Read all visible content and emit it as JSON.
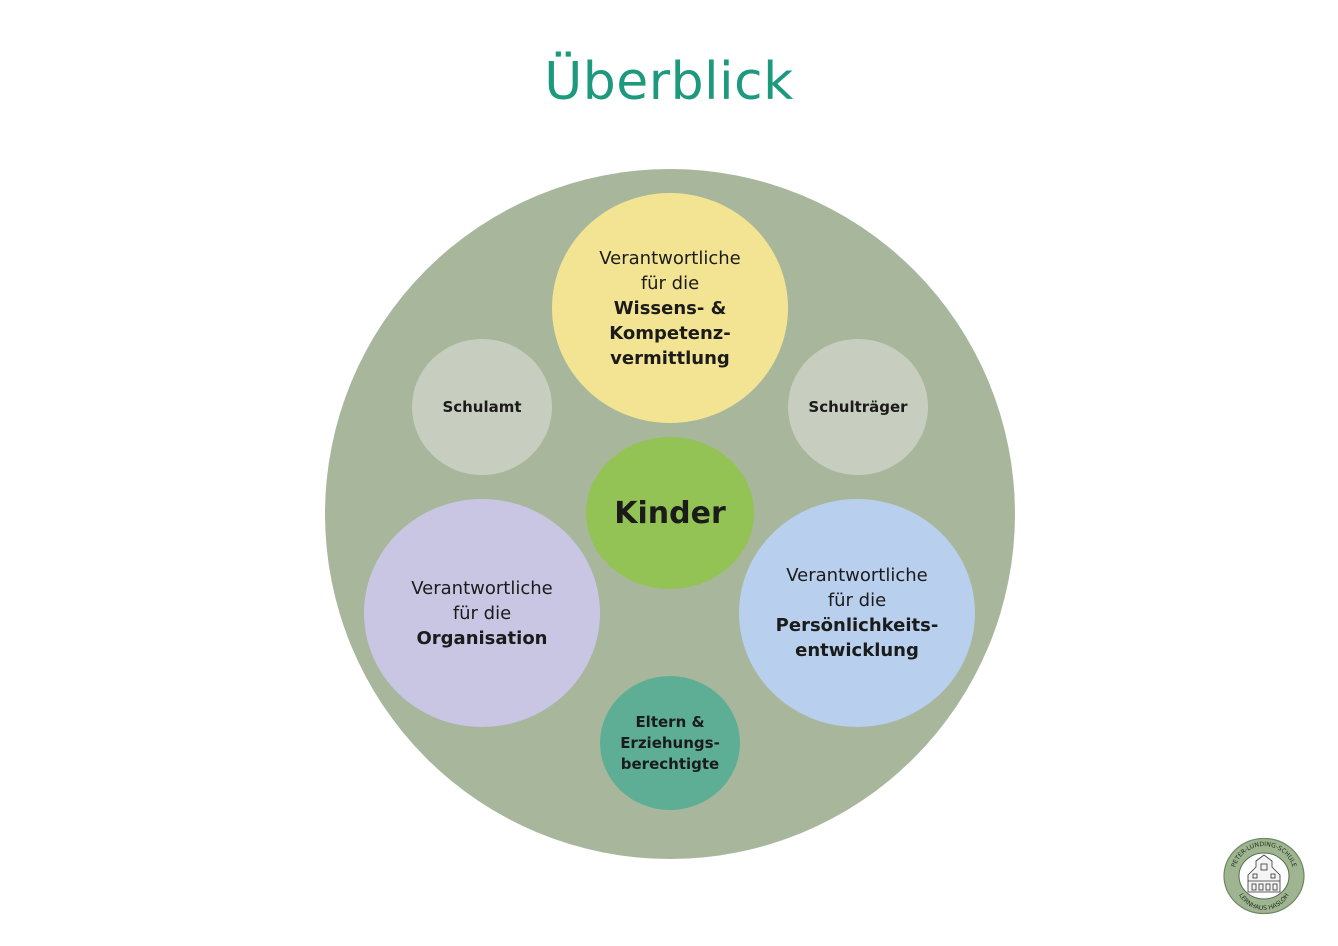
{
  "title": "Überblick",
  "colors": {
    "title": "#1d9a7e",
    "outer_circle": "#a8b79c",
    "knowledge": "#f2e492",
    "grey_bubbles": "#c8cebf",
    "kinder": "#93c255",
    "organisation": "#c9c6e4",
    "personality": "#b8cfed",
    "parents": "#5dae94"
  },
  "bubbles": {
    "knowledge": {
      "line1": "Verantwortliche",
      "line2": "für die",
      "bold1": "Wissens- &",
      "bold2": "Kompetenz-",
      "bold3": "vermittlung"
    },
    "schulamt": {
      "label": "Schulamt"
    },
    "schultraeger": {
      "label": "Schulträger"
    },
    "kinder": {
      "label": "Kinder"
    },
    "organisation": {
      "line1": "Verantwortliche",
      "line2": "für die",
      "bold1": "Organisation"
    },
    "personality": {
      "line1": "Verantwortliche",
      "line2": "für die",
      "bold1": "Persönlichkeits-",
      "bold2": "entwicklung"
    },
    "parents": {
      "line1": "Eltern &",
      "line2": "Erziehungs-",
      "line3": "berechtigte"
    }
  },
  "logo": {
    "icon": "school-seal-icon",
    "top_text": "PETER-LUNDING-SCHULE",
    "bottom_text": "LERNHAUS HASLOH"
  }
}
